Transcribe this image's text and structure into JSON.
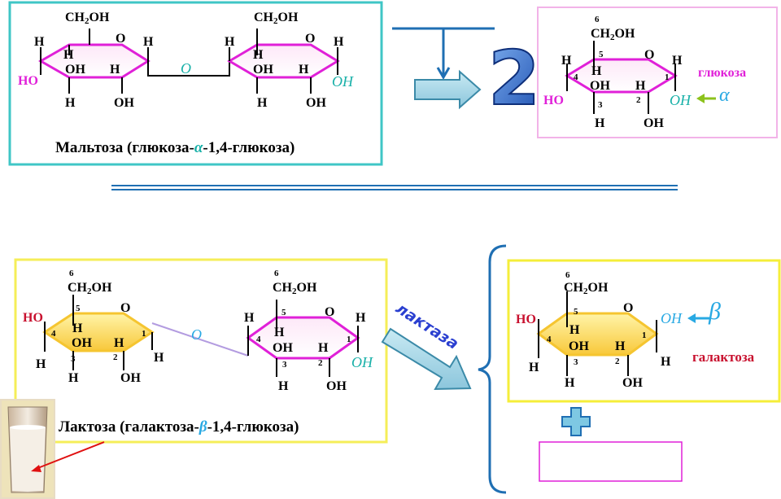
{
  "colors": {
    "maltose_frame": "#3fc6c6",
    "lactose_frame": "#f5ee58",
    "glucose_frame": "#f2b3e8",
    "galactose_frame": "#f5ee3a",
    "ring_pink": "#e020d8",
    "ring_yellow_fill": "#fcd84a",
    "arrow_fill": "#9dd3e4",
    "blue_line": "#1f6fb3",
    "two_color": "#2a62c8",
    "teal_text": "#18b0a8",
    "magenta_text": "#e020d8",
    "cyan_text": "#29a9e3",
    "red_text": "#c8102e",
    "green_arrow": "#8cc21c",
    "brace_blue": "#1f6fb3"
  },
  "labels": {
    "ch2oh": "CH",
    "ch2oh_sub": "2",
    "ch2oh_tail": "OH",
    "O": "O",
    "H": "H",
    "OH": "OH",
    "HO": "HO",
    "n1": "1",
    "n2": "2",
    "n3": "3",
    "n4": "4",
    "n5": "5",
    "n6": "6"
  },
  "maltose": {
    "caption_pre": "Мальтоза (глюкоза-",
    "caption_greek": "α",
    "caption_post": "-1,4-глюкоза)",
    "bridge_O": "O"
  },
  "glucose": {
    "multiplier": "2",
    "name": "глюкоза",
    "anomer": "α"
  },
  "lactose": {
    "caption_pre": "Лактоза (галактоза-",
    "caption_greek": "β",
    "caption_post": "-1,4-глюкоза)",
    "bridge_O": "O",
    "enzyme": "лактаза"
  },
  "galactose": {
    "name": "галактоза",
    "anomer": "β"
  },
  "result": {
    "plus_icon": "plus-icon",
    "answer_box": ""
  }
}
